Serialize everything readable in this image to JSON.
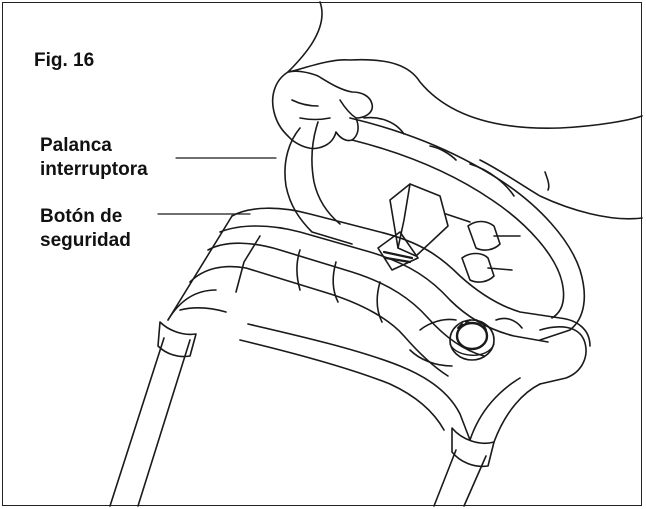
{
  "figure": {
    "label": "Fig. 16",
    "callouts": [
      {
        "line1": "Palanca",
        "line2": "interruptora"
      },
      {
        "line1": "Botón de",
        "line2": "seguridad"
      }
    ]
  }
}
